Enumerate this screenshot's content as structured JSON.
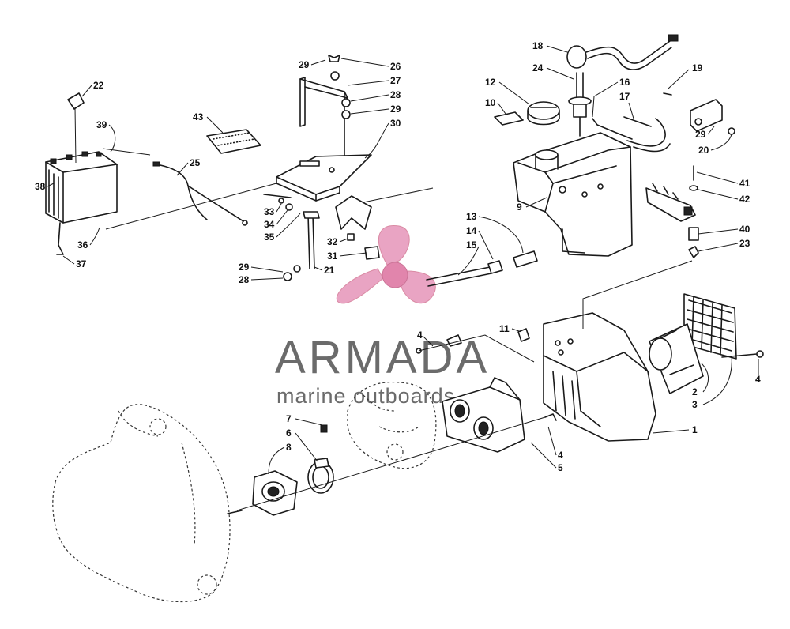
{
  "watermark": {
    "brand": "ARMADA",
    "tagline": "marine outboards",
    "color_text": "#6b6b6b",
    "color_logo": "#e8a0c0"
  },
  "callouts": [
    "1",
    "2",
    "3",
    "4",
    "4",
    "4",
    "5",
    "6",
    "7",
    "8",
    "9",
    "10",
    "11",
    "12",
    "13",
    "14",
    "15",
    "16",
    "17",
    "18",
    "19",
    "20",
    "21",
    "22",
    "23",
    "24",
    "25",
    "26",
    "27",
    "28",
    "28",
    "29",
    "29",
    "29",
    "29",
    "30",
    "31",
    "32",
    "33",
    "34",
    "35",
    "36",
    "37",
    "38",
    "39",
    "40",
    "41",
    "42",
    "43"
  ]
}
